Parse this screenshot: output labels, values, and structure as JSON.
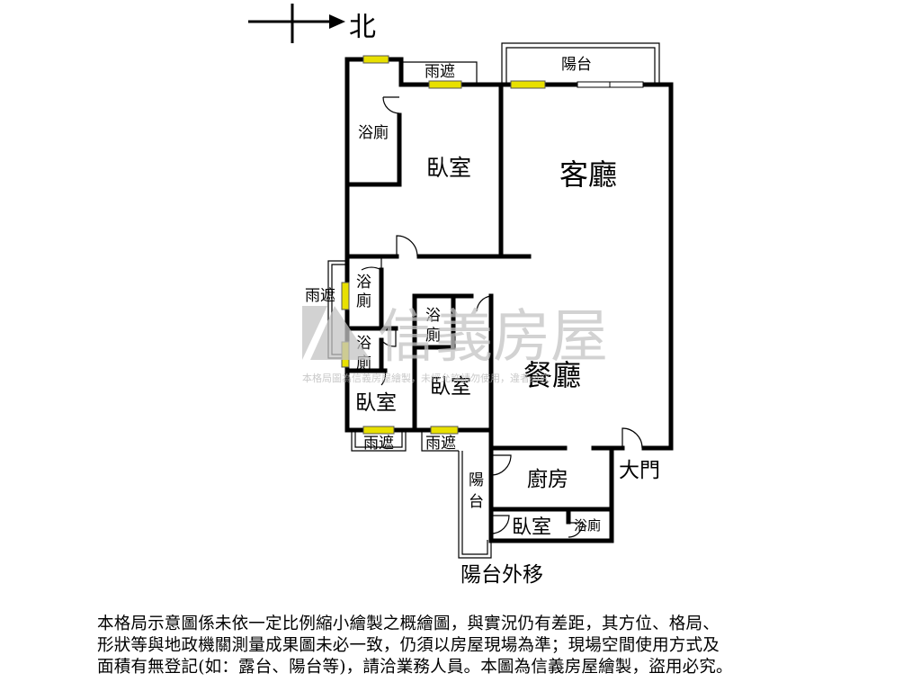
{
  "compass": {
    "north_label": "北"
  },
  "rooms": {
    "canopy_top": "雨遮",
    "balcony_top": "陽台",
    "bath_1": "浴廁",
    "bedroom_1": "臥室",
    "living_room": "客廳",
    "canopy_left": "雨遮",
    "bath_2_a": "浴",
    "bath_2_b": "廁",
    "bath_3_a": "浴",
    "bath_3_b": "廁",
    "bath_4_a": "浴",
    "bath_4_b": "廁",
    "bedroom_2": "臥室",
    "bedroom_3": "臥室",
    "dining_room": "餐廳",
    "canopy_bottom_1": "雨遮",
    "canopy_bottom_2": "雨遮",
    "balcony_side_a": "陽",
    "balcony_side_b": "台",
    "kitchen": "廚房",
    "main_door": "大門",
    "bedroom_4": "臥室",
    "bath_5": "浴廁",
    "balcony_moved": "陽台外移"
  },
  "watermark": {
    "brand": "信義房屋",
    "notice": "本格局圖為信義房屋繪製，未經允許請勿使用，違者必究"
  },
  "disclaimer": {
    "line_1": "本格局示意圖係未依一定比例縮小繪製之概繪圖，與實況仍有差距，其方位、格局、",
    "line_2": "形狀等與地政機關測量成果圖未必一致，仍須以房屋現場為準；現場空間使用方式及",
    "line_3": "面積有無登記(如：露台、陽台等)，請洽業務人員。本圖為信義房屋繪製，盜用必究。"
  },
  "colors": {
    "wall": "#000000",
    "window": "#e8e000",
    "watermark": "#c4c4c4"
  }
}
